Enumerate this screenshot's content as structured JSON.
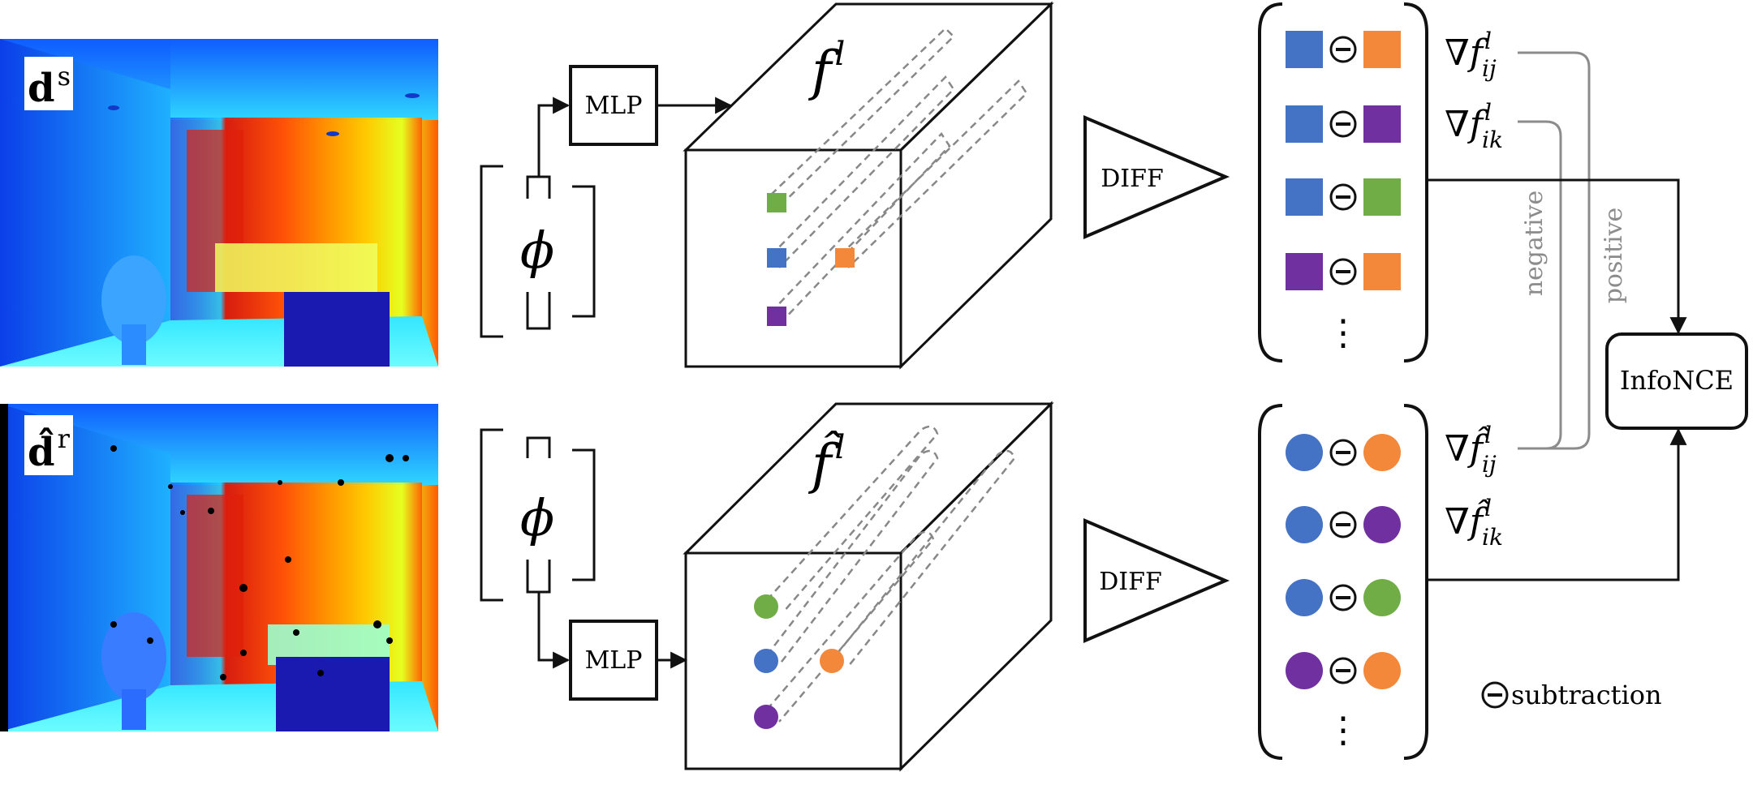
{
  "depth_maps": {
    "synthetic_label": "d",
    "synthetic_sup": "s",
    "real_label": "d̂",
    "real_sup": "r"
  },
  "encoder": {
    "symbol": "ϕ",
    "mlp_label": "MLP"
  },
  "feature_volumes": {
    "top_label": "f",
    "top_sup": "l",
    "bottom_label": "f̂",
    "bottom_sup": "l"
  },
  "diff_label": "DIFF",
  "gradients": {
    "top_ij": "∇f",
    "top_ij_sup": "l",
    "top_ij_sub": "ij",
    "top_ik": "∇f",
    "top_ik_sup": "l",
    "top_ik_sub": "ik",
    "bottom_ij": "∇f̂",
    "bottom_ij_sup": "l",
    "bottom_ij_sub": "ij",
    "bottom_ik": "∇f̂",
    "bottom_ik_sup": "l",
    "bottom_ik_sub": "ik"
  },
  "relation_labels": {
    "negative": "negative",
    "positive": "positive"
  },
  "loss_label": "InfoNCE",
  "legend": {
    "subtraction_label": "subtraction"
  },
  "ellipsis": "⋮",
  "colors": {
    "blue": "#4472c4",
    "orange": "#f4883a",
    "purple": "#7030a0",
    "green": "#70ad47",
    "gray": "#8c8c8c",
    "line": "#111111"
  }
}
